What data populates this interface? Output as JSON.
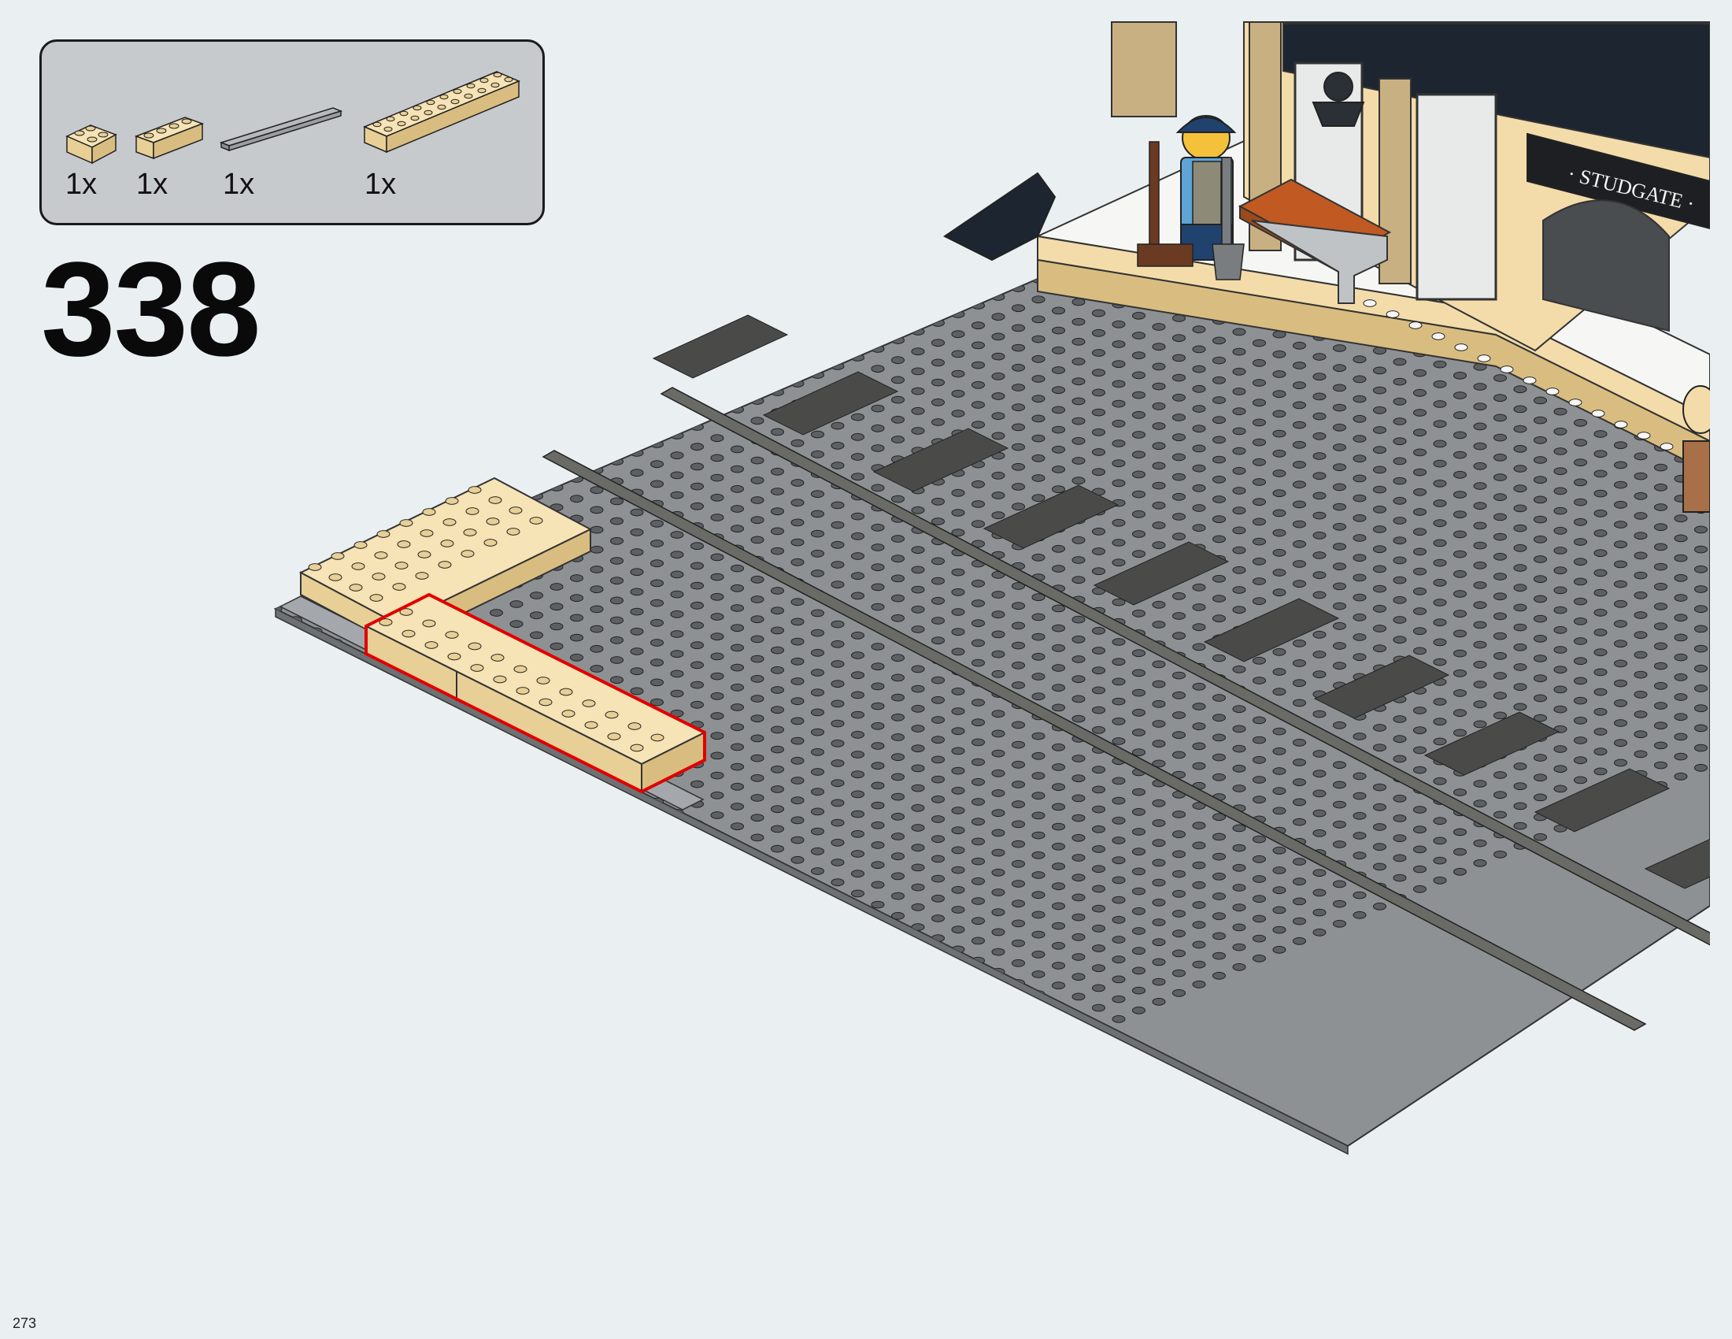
{
  "step": {
    "number": "338"
  },
  "page": {
    "number": "273"
  },
  "parts": [
    {
      "name": "tan-brick-2x2",
      "qty": "1x",
      "color": "#f3dcaa"
    },
    {
      "name": "tan-brick-1x4",
      "qty": "1x",
      "color": "#f3dcaa"
    },
    {
      "name": "grey-tile-1x8",
      "qty": "1x",
      "color": "#a4a8ac"
    },
    {
      "name": "tan-brick-2x10",
      "qty": "1x",
      "color": "#f3dcaa"
    }
  ],
  "scene": {
    "sign_text": "· STUDGATE ·",
    "colors": {
      "baseplate": "#8e9194",
      "track": "#6a6b66",
      "tan": "#f3dcaa",
      "platform": "#f6f6f4",
      "highlight": "#e00000"
    }
  }
}
